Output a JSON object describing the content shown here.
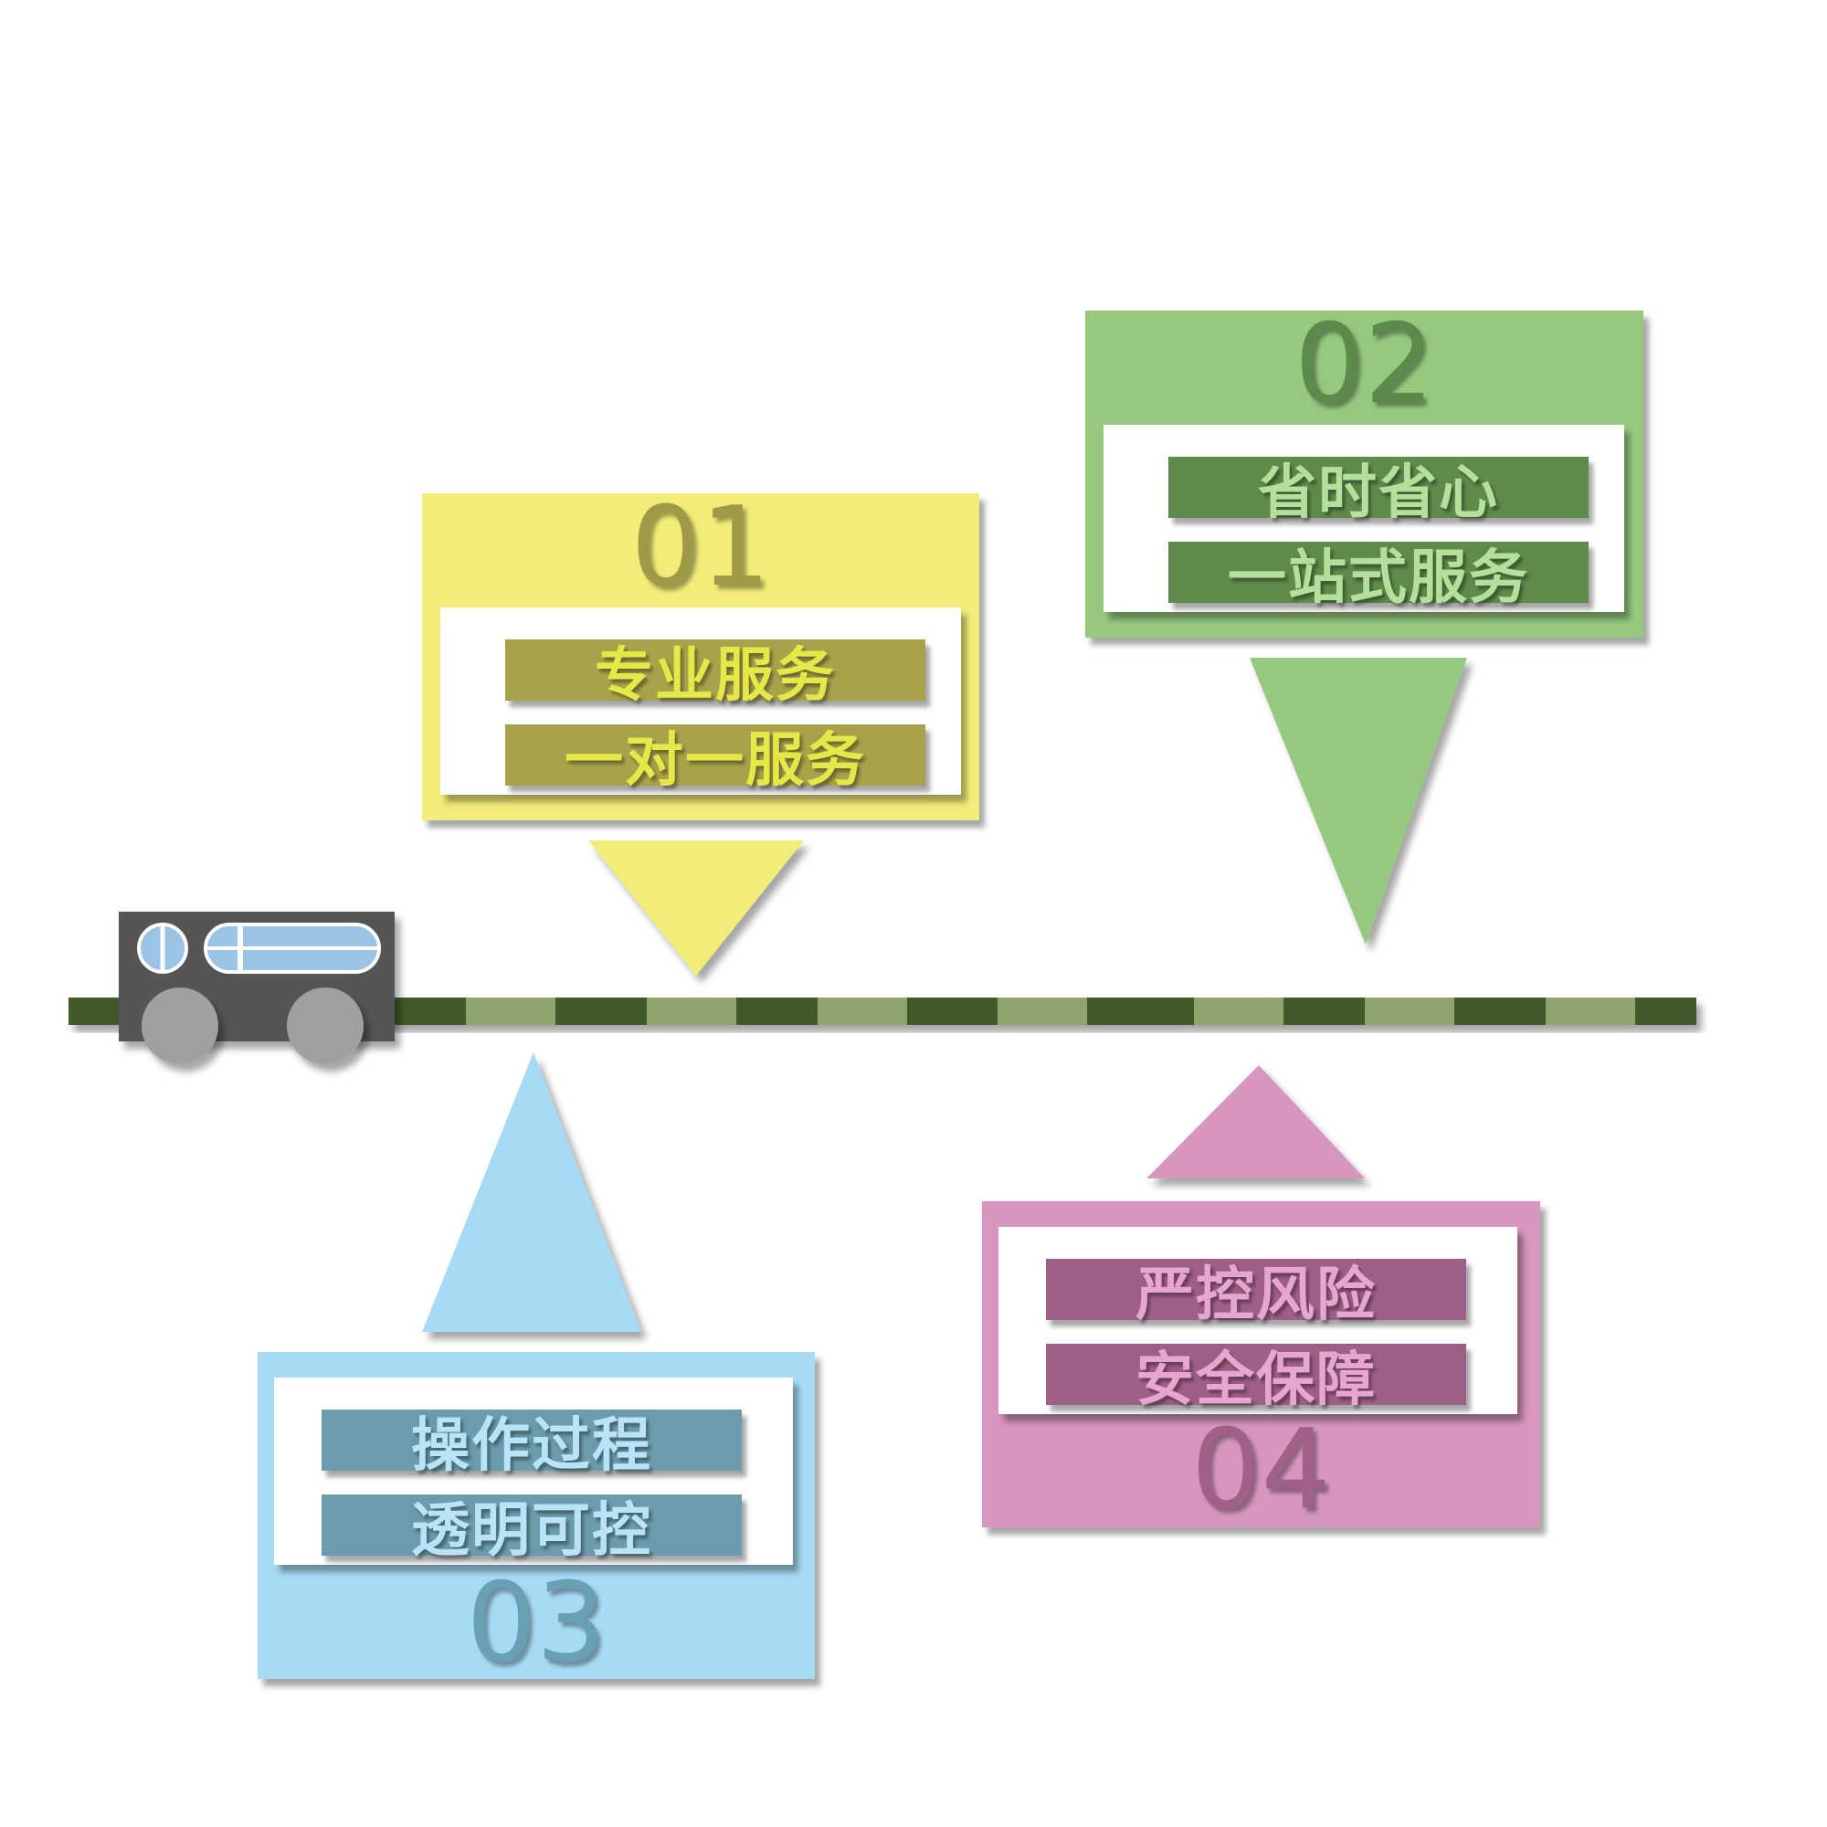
{
  "colors": {
    "yellow": "#f2ec78",
    "green": "#96c97f",
    "blue": "#a7dbf5",
    "pink": "#d696be",
    "track_dark": "#3f5a2c",
    "track_light": "#90a56e",
    "truck_body": "#555555",
    "truck_wheel": "#a0a0a0",
    "truck_window": "#9bc3e6"
  },
  "cards": [
    {
      "number": "01",
      "lines": [
        "专业服务",
        "一对一服务"
      ]
    },
    {
      "number": "02",
      "lines": [
        "省时省心",
        "一站式服务"
      ]
    },
    {
      "number": "03",
      "lines": [
        "操作过程",
        "透明可控"
      ]
    },
    {
      "number": "04",
      "lines": [
        "严控风险",
        "安全保障"
      ]
    }
  ]
}
